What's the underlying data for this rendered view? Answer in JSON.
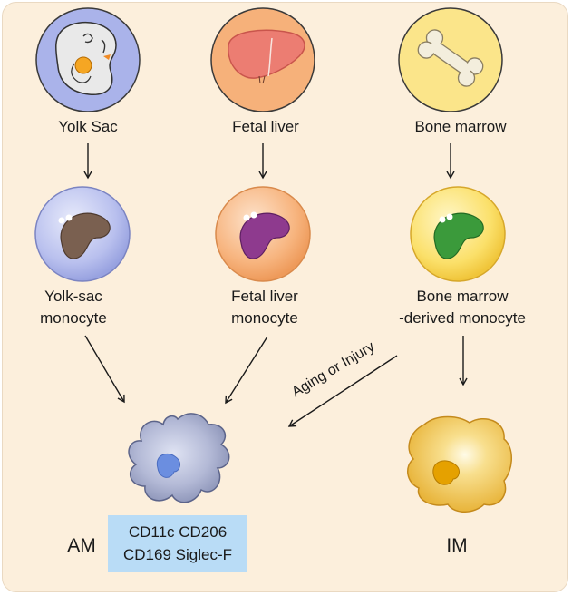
{
  "sources": {
    "yolk_sac": "Yolk Sac",
    "fetal_liver": "Fetal liver",
    "bone_marrow": "Bone marrow"
  },
  "monocytes": {
    "yolk_sac": [
      "Yolk-sac",
      "monocyte"
    ],
    "fetal_liver": [
      "Fetal liver",
      "monocyte"
    ],
    "bone_marrow": [
      "Bone marrow",
      "-derived monocyte"
    ]
  },
  "transition_label": "Aging or Injury",
  "macrophages": {
    "am_label": "AM",
    "im_label": "IM",
    "am_markers": [
      "CD11c CD206",
      "CD169 Siglec-F"
    ]
  },
  "colors": {
    "panel": "#fcefdc",
    "yolk_sac_circle": "#aab3ea",
    "fetal_liver_circle": "#f6b17a",
    "bone_marrow_circle": "#fbe58a",
    "marker_box": "#b9dcf6",
    "am_cell": "#a8afc9",
    "im_cell": "#f2c65a"
  }
}
